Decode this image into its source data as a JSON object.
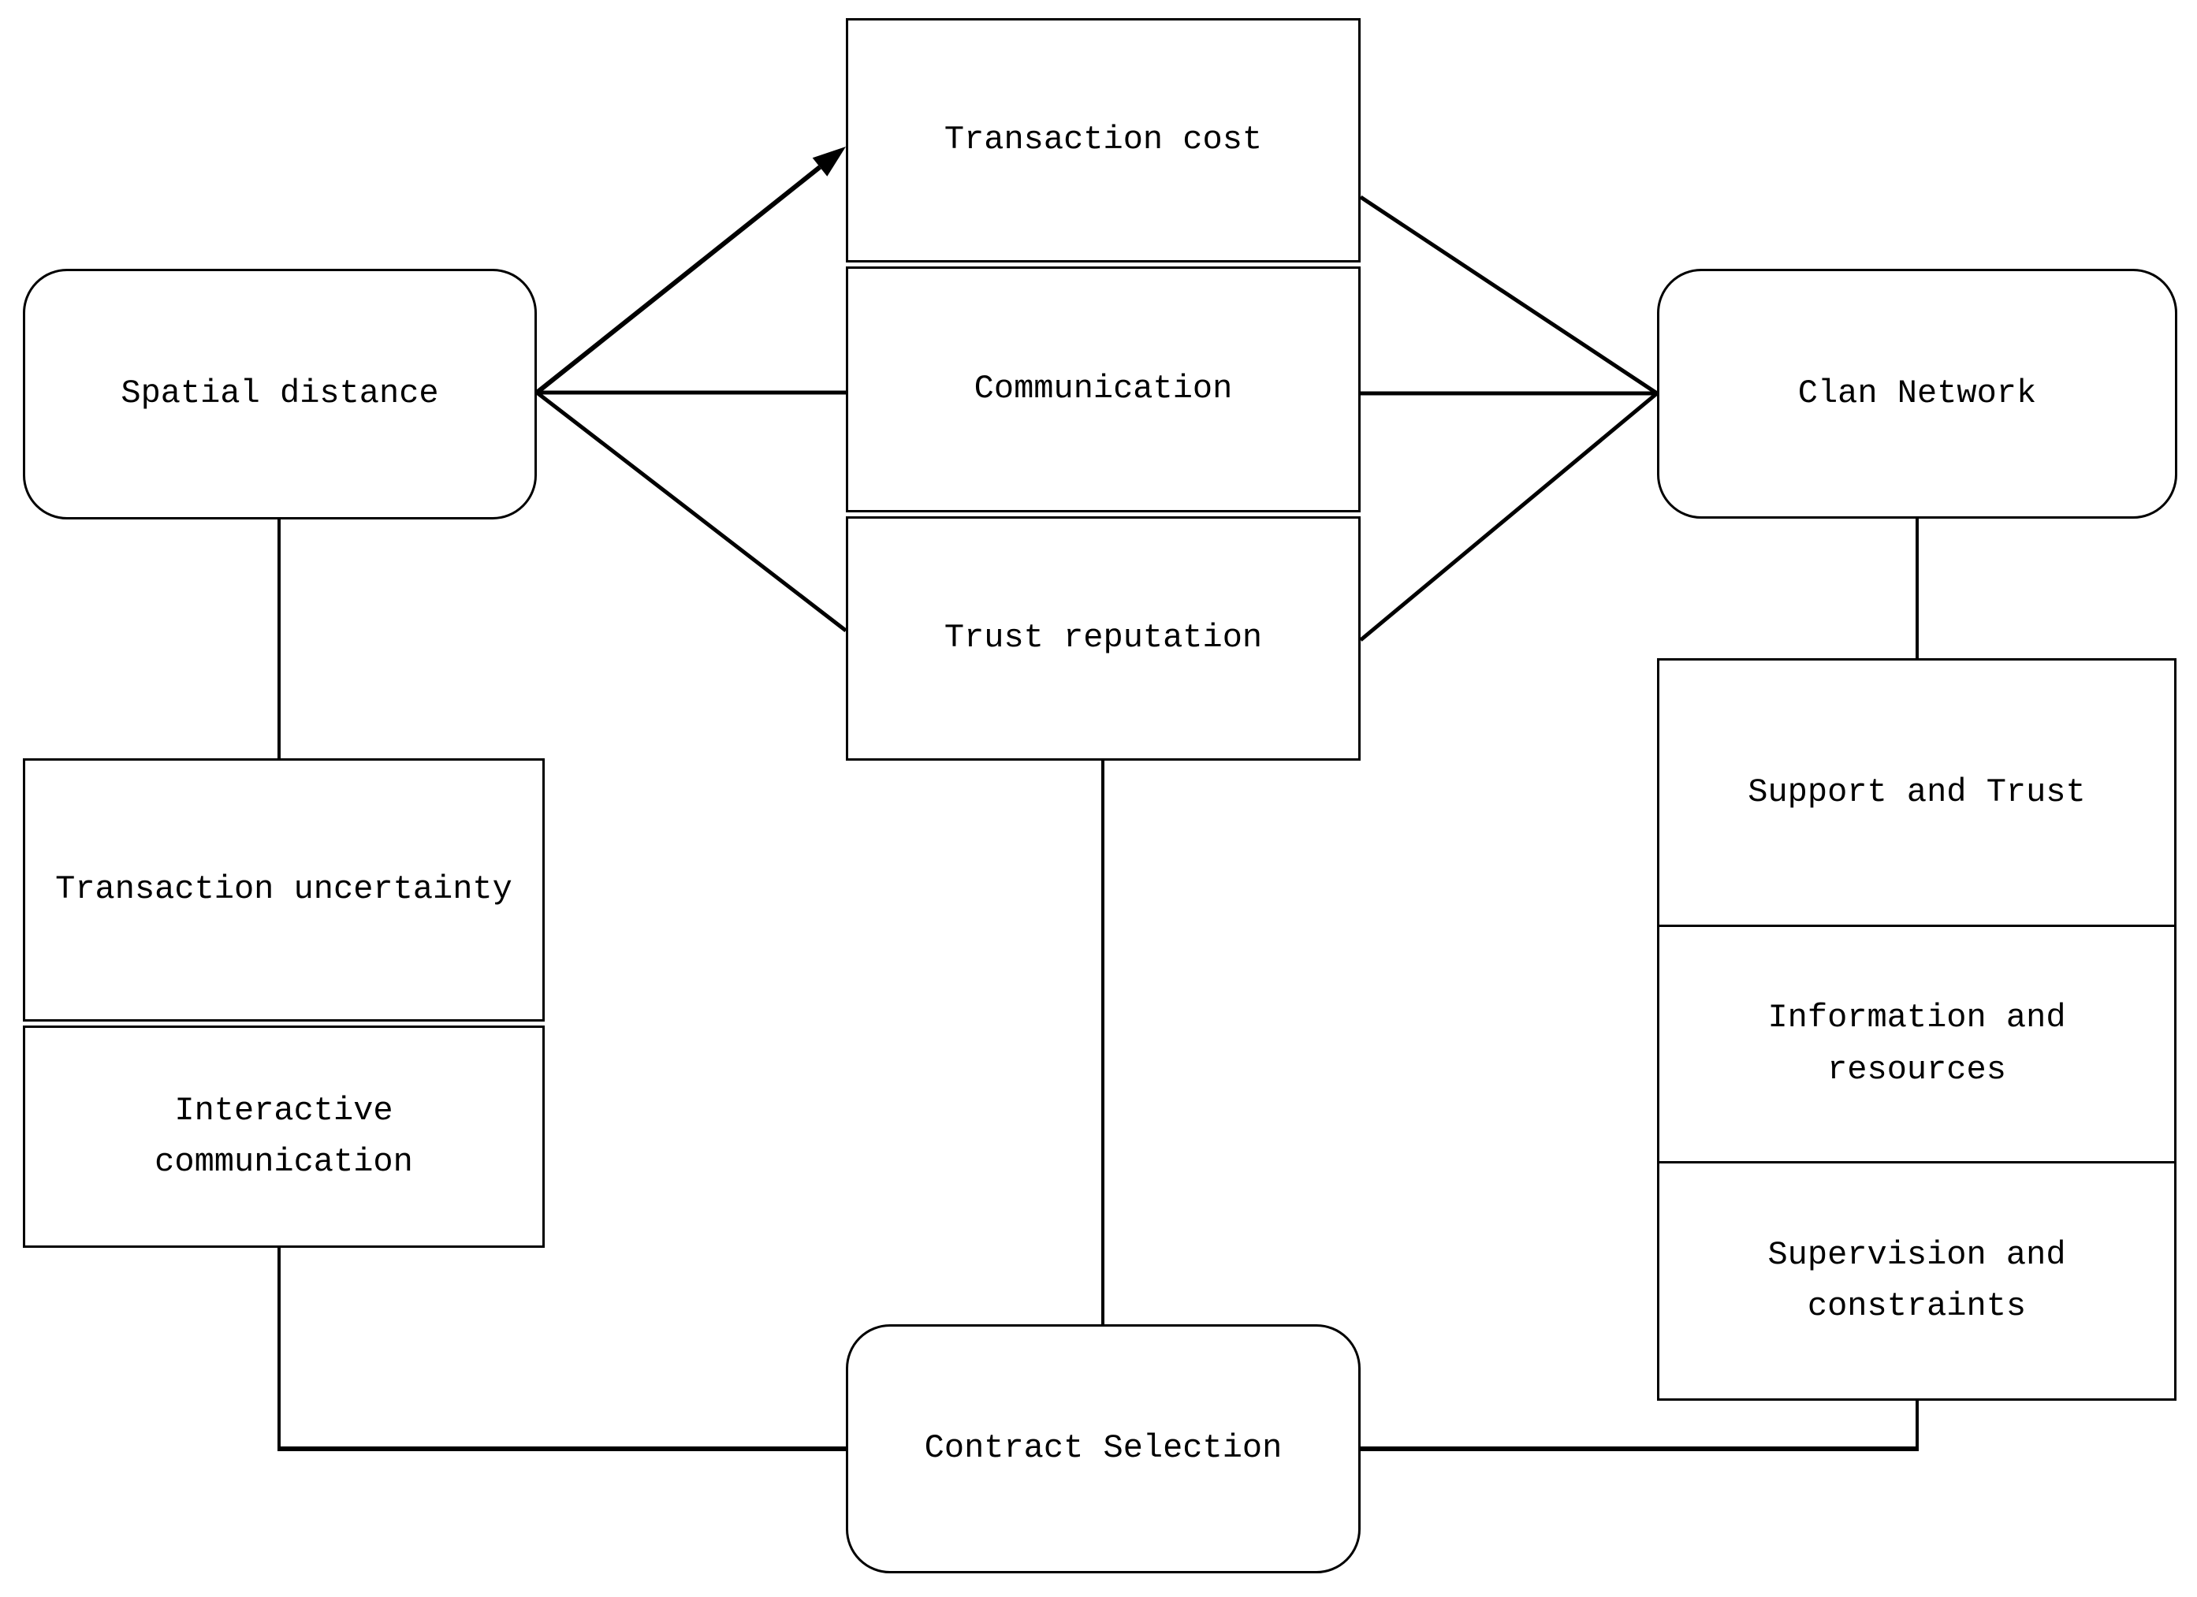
{
  "figure": {
    "background": "#ffffff",
    "line_color": "#000000",
    "text_color": "#000000"
  },
  "nodes": {
    "spatial_distance": {
      "label": "Spatial distance"
    },
    "transaction_cost": {
      "label": "Transaction cost"
    },
    "communication": {
      "label": "Communication"
    },
    "trust_reputation": {
      "label": "Trust reputation"
    },
    "clan_network": {
      "label": "Clan Network"
    },
    "transaction_uncertainty": {
      "label": "Transaction uncertainty"
    },
    "interactive_communication": {
      "label": "Interactive communication"
    },
    "support_and_trust": {
      "label": "Support and Trust"
    },
    "information_and_resources": {
      "label": "Information and resources"
    },
    "supervision_and_constraints": {
      "label": "Supervision and constraints"
    },
    "contract_selection": {
      "label": "Contract Selection"
    }
  },
  "edges": [
    {
      "from": "Spatial distance",
      "to": "Transaction cost",
      "style": "arrow"
    },
    {
      "from": "Spatial distance",
      "to": "Communication",
      "style": "line"
    },
    {
      "from": "Spatial distance",
      "to": "Trust reputation",
      "style": "line"
    },
    {
      "from": "Transaction cost",
      "to": "Clan Network",
      "style": "line"
    },
    {
      "from": "Communication",
      "to": "Clan Network",
      "style": "line"
    },
    {
      "from": "Trust reputation",
      "to": "Clan Network",
      "style": "line"
    },
    {
      "from": "Spatial distance",
      "to": "Transaction uncertainty",
      "style": "line"
    },
    {
      "from": "Clan Network",
      "to": "Support and Trust",
      "style": "line"
    },
    {
      "from": "Trust reputation",
      "to": "Contract Selection",
      "style": "line"
    },
    {
      "from": "Interactive communication",
      "to": "Contract Selection",
      "style": "elbow"
    },
    {
      "from": "Supervision and constraints",
      "to": "Contract Selection",
      "style": "elbow"
    }
  ]
}
